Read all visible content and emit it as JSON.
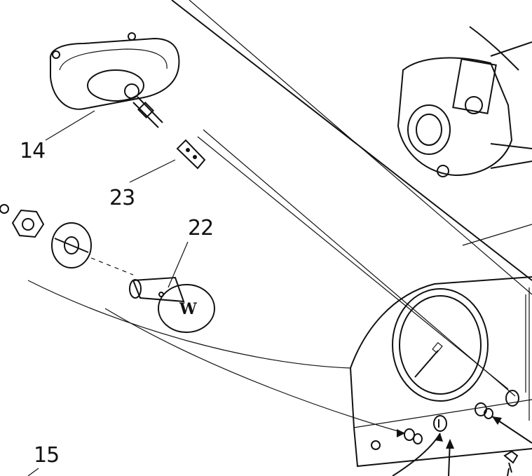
{
  "diagram": {
    "callouts": [
      {
        "id": "14",
        "label": "14"
      },
      {
        "id": "23",
        "label": "23"
      },
      {
        "id": "22",
        "label": "22"
      },
      {
        "id": "15",
        "label": "15"
      }
    ],
    "knob_letter": "W",
    "colors": {
      "ink": "#111111",
      "paper": "#ffffff"
    }
  }
}
